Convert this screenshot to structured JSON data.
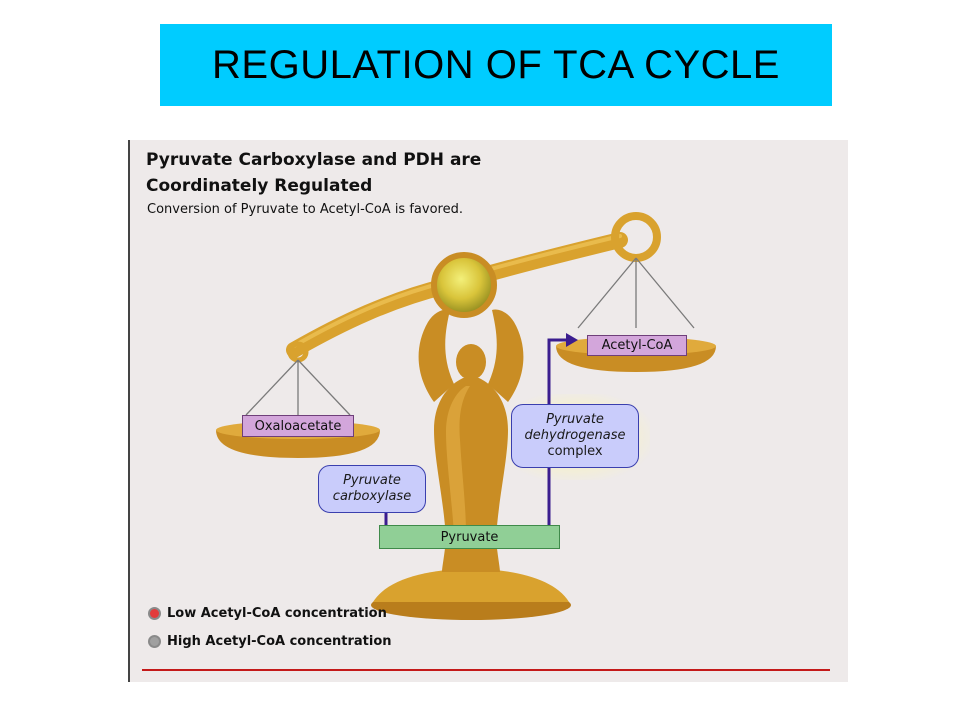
{
  "title": "REGULATION OF TCA CYCLE",
  "colors": {
    "banner": "#00ccff",
    "panel_bg": "#eeeaea",
    "scale_gold": "#d9a22e",
    "label_purple": "#d3a6db",
    "enzyme_blue": "#c9ccfb",
    "substrate_green": "#90cf96",
    "arrow_purple": "#3b1d8f",
    "rule_red": "#c41a1a"
  },
  "figure": {
    "heading_line1": "Pyruvate Carboxylase and PDH are",
    "heading_line2": "Coordinately Regulated",
    "subheading": "Conversion of Pyruvate to Acetyl-CoA is favored.",
    "left_pan_label": "Oxaloacetate",
    "right_pan_label": "Acetyl-CoA",
    "carboxylase": {
      "line1": "Pyruvate",
      "line2": "carboxylase"
    },
    "pdh": {
      "line1": "Pyruvate",
      "line2": "dehydrogenase",
      "line3": "complex"
    },
    "substrate": "Pyruvate",
    "legend": [
      {
        "label": "Low Acetyl-CoA concentration",
        "color": "#e23b3b",
        "icon": "red-dot-icon"
      },
      {
        "label": "High Acetyl-CoA concentration",
        "color": "#a0a0a0",
        "icon": "gray-dot-icon"
      }
    ]
  }
}
